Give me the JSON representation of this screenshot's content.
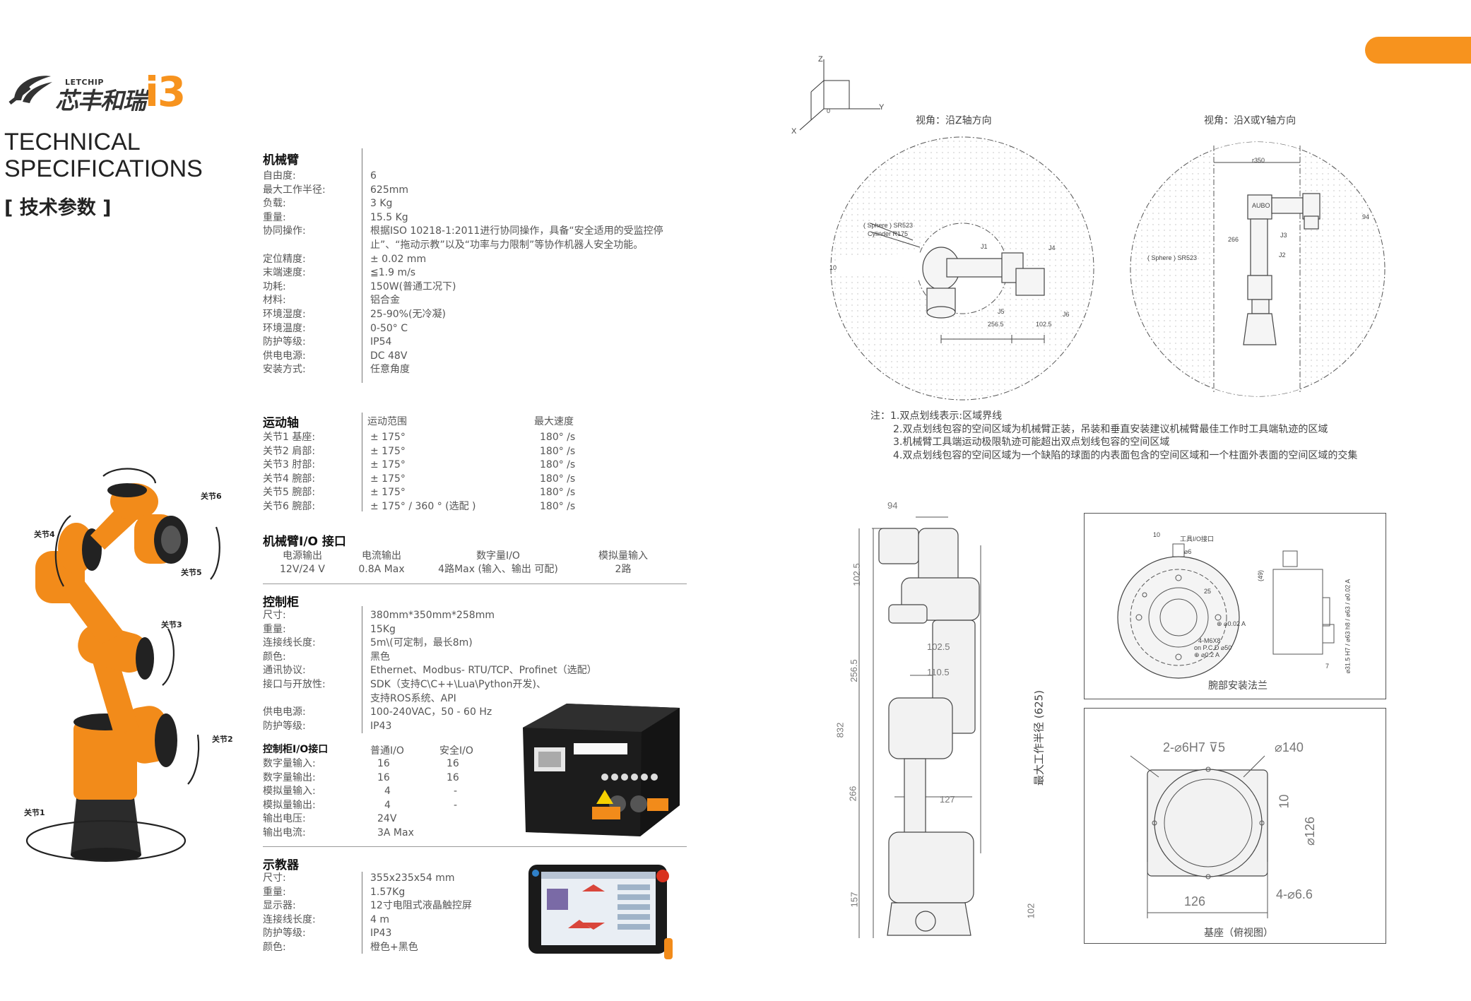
{
  "brand": {
    "en": "LETCHIP",
    "cn": "芯丰和瑞",
    "model": "i3",
    "title_line1": "TECHNICAL",
    "title_line2": "SPECIFICATIONS",
    "subtitle": "[ 技术参数 ]"
  },
  "arm": {
    "title": "机械臂",
    "rows": [
      {
        "k": "自由度:",
        "v": "6"
      },
      {
        "k": "最大工作半径:",
        "v": "625mm"
      },
      {
        "k": "负载:",
        "v": "3 Kg"
      },
      {
        "k": "重量:",
        "v": "15.5 Kg"
      },
      {
        "k": "协同操作:",
        "v": "根据ISO 10218-1:2011进行协同操作，具备“安全适用的受监控停",
        "v2": "止”、“拖动示教”以及“功率与力限制”等协作机器人安全功能。"
      },
      {
        "k": "定位精度:",
        "v": "± 0.02 mm"
      },
      {
        "k": "末端速度:",
        "v": "≦1.9 m/s"
      },
      {
        "k": "功耗:",
        "v": "150W(普通工况下)"
      },
      {
        "k": "材料:",
        "v": "铝合金"
      },
      {
        "k": "环境湿度:",
        "v": "25-90%(无冷凝)"
      },
      {
        "k": "环境温度:",
        "v": "0-50° C"
      },
      {
        "k": "防护等级:",
        "v": "IP54"
      },
      {
        "k": "供电电源:",
        "v": "DC 48V"
      },
      {
        "k": "安装方式:",
        "v": "任意角度"
      }
    ]
  },
  "motion": {
    "title": "运动轴",
    "col_range": "运动范围",
    "col_speed": "最大速度",
    "rows": [
      {
        "k": "关节1 基座:",
        "range": "± 175°",
        "speed": "180° /s"
      },
      {
        "k": "关节2 肩部:",
        "range": "± 175°",
        "speed": "180° /s"
      },
      {
        "k": "关节3 肘部:",
        "range": "± 175°",
        "speed": "180° /s"
      },
      {
        "k": "关节4 腕部:",
        "range": "± 175°",
        "speed": "180° /s"
      },
      {
        "k": "关节5 腕部:",
        "range": "± 175°",
        "speed": "180° /s"
      },
      {
        "k": "关节6 腕部:",
        "range": "± 175°  / 360 °  (选配 )",
        "speed": "180° /s"
      }
    ]
  },
  "arm_io": {
    "title": "机械臂I/O 接口",
    "cols": [
      {
        "h": "电源输出",
        "v": "12V/24 V"
      },
      {
        "h": "电流输出",
        "v": "0.8A Max"
      },
      {
        "h": "数字量I/O",
        "v": "4路Max  (输入、输出 可配)"
      },
      {
        "h": "模拟量输入",
        "v": "2路"
      }
    ]
  },
  "cabinet": {
    "title": "控制柜",
    "rows": [
      {
        "k": "尺寸:",
        "v": "380mm*350mm*258mm"
      },
      {
        "k": "重量:",
        "v": "15Kg"
      },
      {
        "k": "连接线长度:",
        "v": "5m\\(可定制，最长8m)"
      },
      {
        "k": "颜色:",
        "v": "黑色"
      },
      {
        "k": "通讯协议:",
        "v": "Ethernet、Modbus- RTU/TCP、Profinet（选配）"
      },
      {
        "k": "接口与开放性:",
        "v": "SDK（支持C\\C++\\Lua\\Python开发)、",
        "v2": "支持ROS系统、API"
      },
      {
        "k": "供电电源:",
        "v": "100-240VAC，50 - 60 Hz"
      },
      {
        "k": "防护等级:",
        "v": "IP43"
      }
    ]
  },
  "cabinet_io": {
    "title": "控制柜I/O接口",
    "col_normal": "普通I/O",
    "col_safety": "安全I/O",
    "rows": [
      {
        "k": "数字量输入:",
        "a": "16",
        "b": "16"
      },
      {
        "k": "数字量输出:",
        "a": "16",
        "b": "16"
      },
      {
        "k": "模拟量输入:",
        "a": "4",
        "b": "-"
      },
      {
        "k": "模拟量输出:",
        "a": "4",
        "b": "-"
      },
      {
        "k": "输出电压:",
        "a": "24V",
        "b": ""
      },
      {
        "k": "输出电流:",
        "a": "3A  Max",
        "b": ""
      }
    ]
  },
  "pendant": {
    "title": "示教器",
    "rows": [
      {
        "k": "尺寸:",
        "v": "355x235x54 mm"
      },
      {
        "k": "重量:",
        "v": "1.57Kg"
      },
      {
        "k": "显示器:",
        "v": "12寸电阻式液晶触控屏"
      },
      {
        "k": "连接线长度:",
        "v": "4 m"
      },
      {
        "k": "防护等级:",
        "v": "IP43"
      },
      {
        "k": "颜色:",
        "v": "橙色+黑色"
      }
    ]
  },
  "joints": {
    "j1": "关节1",
    "j2": "关节2",
    "j3": "关节3",
    "j4": "关节4",
    "j5": "关节5",
    "j6": "关节6"
  },
  "workspace": {
    "axis_z": "Z",
    "axis_y": "Y",
    "axis_x": "X",
    "axis_o": "0",
    "view_z": "视角：沿Z轴方向",
    "view_xy": "视角：沿X或Y轴方向",
    "sphere_label": "( Sphere ) SR523",
    "cylinder_label": "Cylinder R175",
    "sphere_label_2": "( Sphere ) SR523",
    "dim_10": "10",
    "dim_256_5": "256.5",
    "dim_102_5": "102.5",
    "dim_r350": "r350",
    "dim_266": "266",
    "dim_94": "94",
    "j_labels": [
      "J1",
      "J4",
      "J5",
      "J6",
      "J3",
      "J2"
    ],
    "brand_mark": "AUBO"
  },
  "notes": {
    "lines": [
      "注：1.双点划线表示:区域界线",
      "2.双点划线包容的空间区域为机械臂正装，吊装和垂直安装建议机械臂最佳工作时工具端轨迹的区域",
      "3.机械臂工具端运动极限轨迹可能超出双点划线包容的空间区域",
      "4.双点划线包容的空间区域为一个缺陷的球面的内表面包含的空间区域和一个柱面外表面的空间区域的交集"
    ]
  },
  "dims": {
    "d94": "94",
    "d102_5a": "102.5",
    "d102_5b": "102.5",
    "d110_5": "110.5",
    "d256_5": "256.5",
    "d832": "832",
    "d127": "127",
    "d266": "266",
    "d157": "157",
    "d102": "102",
    "reach": "最大工作半径 (625)"
  },
  "flange": {
    "caption": "腕部安装法兰",
    "tool_io": "工具I/O接口",
    "d10": "10",
    "d6": "⌀6",
    "d25": "25",
    "d49": "(49)",
    "d7": "7",
    "tol1": "⊕ ⌀0.02 A",
    "tol2": "⊕ ⌀0.2 A",
    "m6": "4-M6X8",
    "pcd": "on P.C.D ⌀50",
    "phi": "⌀31.5 H7 / ⌀63 h8 / ⌀63 / ⌀0.02 A"
  },
  "base": {
    "caption": "基座（俯视图）",
    "hole": "2-⌀6H7 ⊽5",
    "d140": "⌀140",
    "d10": "10",
    "d126a": "⌀126",
    "d126b": "126",
    "d66": "4-⌀6.6"
  },
  "colors": {
    "accent": "#f7931e",
    "robot_orange": "#f28b1a",
    "robot_black": "#2b2b2b"
  }
}
